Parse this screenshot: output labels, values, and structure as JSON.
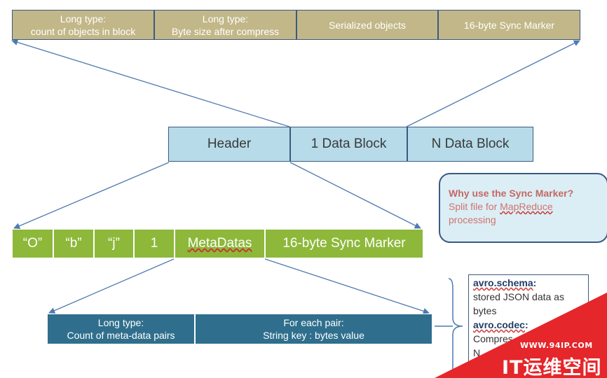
{
  "top_row": {
    "count": [
      "Long type:",
      "count of objects in block"
    ],
    "size": [
      "Long type:",
      "Byte size after compress"
    ],
    "serialized": "Serialized objects",
    "sync": "16-byte Sync Marker"
  },
  "file_row": {
    "header": "Header",
    "one_block": "1 Data Block",
    "n_block": "N Data Block"
  },
  "header_row": {
    "o": "“O”",
    "b": "“b”",
    "j": "“j”",
    "one": "1",
    "metadatas": "MetaDatas",
    "sync": "16-byte Sync Marker"
  },
  "meta_row": {
    "pairs": [
      "Long type:",
      "Count of meta-data pairs"
    ],
    "each_pair": [
      "For each pair:",
      "String key :  bytes value"
    ]
  },
  "callout": {
    "question": "Why use the Sync Marker?",
    "answer_prefix": "Split file for ",
    "answer_link": "MapReduce",
    "answer_suffix": "processing"
  },
  "meta_note": {
    "schema_key": "avro.schema",
    "schema_colon": ":",
    "schema_desc": "stored JSON data as bytes",
    "codec_key": "avro.codec",
    "codec_colon": ":",
    "codec_desc": "Compres",
    "codec_tail": "N"
  },
  "watermark": {
    "url": "WWW.94IP.COM",
    "title": "IT运维空间"
  },
  "colors": {
    "tan": "#c2b788",
    "light_blue": "#b7dbe8",
    "green": "#8db83a",
    "teal": "#2f6f8d",
    "border": "#3b5a82",
    "watermark_red": "#e5262a"
  }
}
